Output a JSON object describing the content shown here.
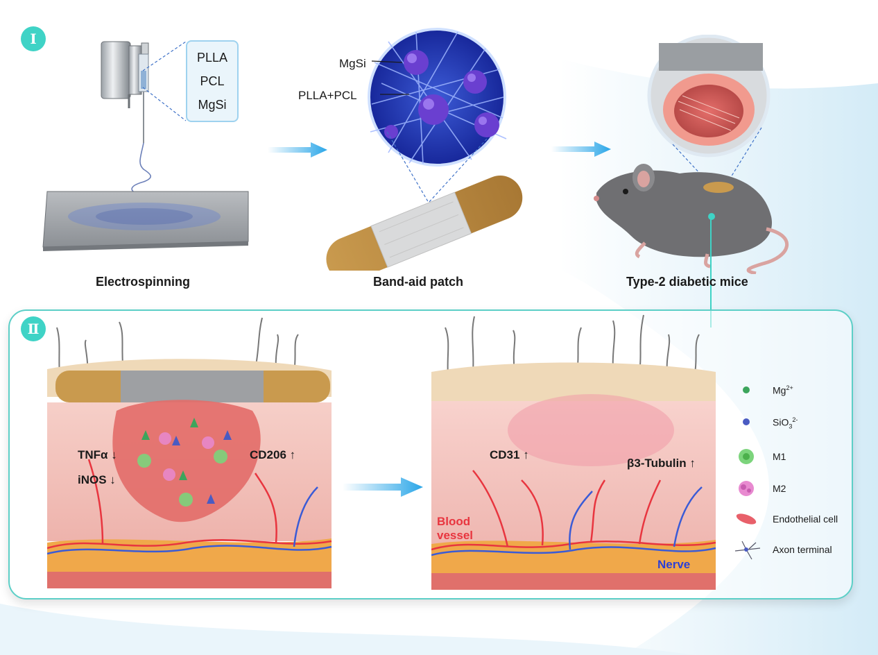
{
  "panel_markers": {
    "panel1": "Ⅰ",
    "panel2": "Ⅱ"
  },
  "materials": [
    "PLLA",
    "PCL",
    "MgSi"
  ],
  "callouts": {
    "mgsi": "MgSi",
    "plla_pcl": "PLLA+PCL"
  },
  "stages": {
    "electrospinning": "Electrospinning",
    "bandaid": "Band-aid patch",
    "mice": "Type-2 diabetic mice"
  },
  "tissue_labels": {
    "tnfa": "TNFα",
    "inos": "iNOS",
    "cd206": "CD206",
    "cd31": "CD31",
    "tubulin": "β3-Tubulin",
    "blood_vessel_line1": "Blood",
    "blood_vessel_line2": "vessel",
    "nerve": "Nerve"
  },
  "legend": {
    "mg_base": "Mg",
    "mg_sup": "2+",
    "sio_base": "SiO",
    "sio_sub": "3",
    "sio_sup": "2-",
    "m1": "M1",
    "m2": "M2",
    "endothelial": "Endothelial cell",
    "axon": "Axon terminal"
  },
  "colors": {
    "accent_teal": "#3fd3c6",
    "arrow_blue": "#2aa6e8",
    "blood_red": "#e8353f",
    "nerve_blue": "#2b3fd8",
    "skin_pink": "#f3c0bd",
    "fat_orange": "#f0a84a"
  }
}
